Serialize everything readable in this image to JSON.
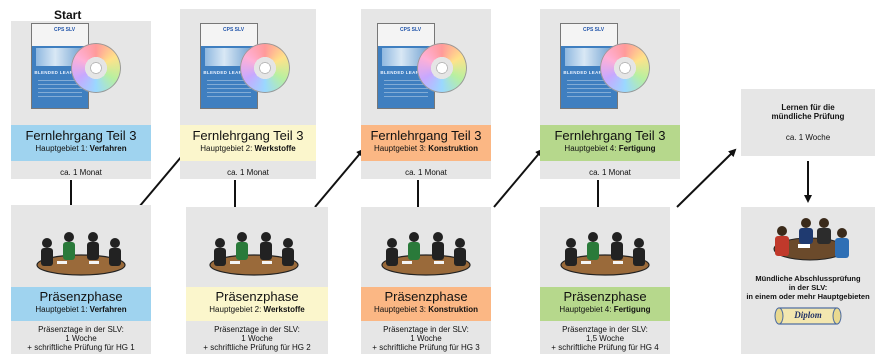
{
  "start_label": "Start",
  "icons": {
    "course_box": "blended-learning-box-icon",
    "meeting": "meeting-table-icon",
    "diploma": "diploma-scroll-icon"
  },
  "cover_text": "BLENDED LEARNING",
  "colors": {
    "blue": "#9fd3ef",
    "yellow": "#fbf6cc",
    "orange": "#fbb784",
    "green": "#b6d88c",
    "card": "#e6e6e6"
  },
  "columns": [
    {
      "fern": {
        "title": "Fernlehrgang Teil 3",
        "sub_prefix": "Hauptgebiet 1: ",
        "sub_bold": "Verfahren",
        "duration": "ca. 1 Monat",
        "color": "blue"
      },
      "praesenz": {
        "title": "Präsenzphase",
        "sub_prefix": "Hauptgebiet 1: ",
        "sub_bold": "Verfahren",
        "line1": "Präsenztage in der SLV:",
        "line2": "1 Woche",
        "line3": "+ schriftliche Prüfung für HG 1",
        "color": "blue"
      }
    },
    {
      "fern": {
        "title": "Fernlehrgang Teil 3",
        "sub_prefix": "Hauptgebiet 2: ",
        "sub_bold": "Werkstoffe",
        "duration": "ca. 1 Monat",
        "color": "yellow"
      },
      "praesenz": {
        "title": "Präsenzphase",
        "sub_prefix": "Hauptgebiet 2: ",
        "sub_bold": "Werkstoffe",
        "line1": "Präsenztage in der SLV:",
        "line2": "1 Woche",
        "line3": "+ schriftliche Prüfung für HG 2",
        "color": "yellow"
      }
    },
    {
      "fern": {
        "title": "Fernlehrgang Teil 3",
        "sub_prefix": "Hauptgebiet 3: ",
        "sub_bold": "Konstruktion",
        "duration": "ca. 1 Monat",
        "color": "orange"
      },
      "praesenz": {
        "title": "Präsenzphase",
        "sub_prefix": "Hauptgebiet 3: ",
        "sub_bold": "Konstruktion",
        "line1": "Präsenztage in der SLV:",
        "line2": "1 Woche",
        "line3": "+ schriftliche Prüfung für HG 3",
        "color": "orange"
      }
    },
    {
      "fern": {
        "title": "Fernlehrgang Teil 3",
        "sub_prefix": "Hauptgebiet 4: ",
        "sub_bold": "Fertigung",
        "duration": "ca. 1 Monat",
        "color": "green"
      },
      "praesenz": {
        "title": "Präsenzphase",
        "sub_prefix": "Hauptgebiet 4: ",
        "sub_bold": "Fertigung",
        "line1": "Präsenztage in der SLV:",
        "line2": "1,5 Woche",
        "line3": "+ schriftliche Prüfung für HG 4",
        "color": "green"
      }
    }
  ],
  "final": {
    "learn_title_1": "Lernen für die",
    "learn_title_2": "mündliche Prüfung",
    "learn_duration": "ca. 1 Woche",
    "exam_1": "Mündliche Abschlussprüfung",
    "exam_2": "in der SLV:",
    "exam_3": "in einem oder mehr Hauptgebieten",
    "diploma_text": "Diplom"
  }
}
